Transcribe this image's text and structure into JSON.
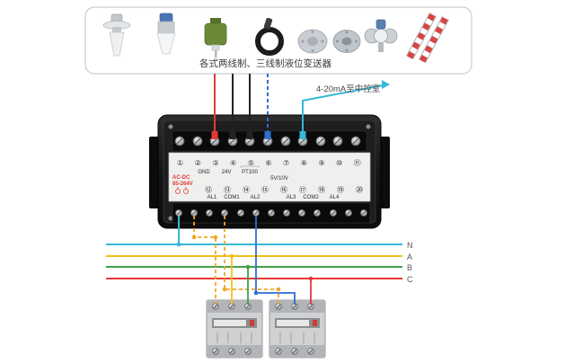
{
  "panel": {
    "caption": "各式两线制、三线制液位变送器"
  },
  "output": {
    "label": "4-20mA至中控室",
    "color": "#35b8d8"
  },
  "device": {
    "top_numbers": "①②③④⑤⑥⑦⑧⑨⑩⑪",
    "bottom_numbers": "⑫⑬⑭⑮⑯⑰⑱⑲⑳",
    "gnd": "GND",
    "v24": "24V",
    "pt100": "PT100",
    "v5": "5V/10V",
    "acdc_line1": "AC-DC",
    "acdc_line2": "85-264V",
    "al1": "AL1",
    "com1": "COM1",
    "al2": "AL2",
    "al3": "AL3",
    "com2": "COM2",
    "al4": "AL4"
  },
  "power_lines": [
    {
      "label": "N",
      "color": "#35b8d8"
    },
    {
      "label": "A",
      "color": "#f2c01d"
    },
    {
      "label": "B",
      "color": "#43a047"
    },
    {
      "label": "C",
      "color": "#e53935"
    }
  ],
  "wires": {
    "sensor_red": "#e53935",
    "sensor_black": "#222222",
    "signal_blue": "#2f6fd0",
    "output_cyan": "#35b8d8",
    "control_orange": "#f5a623"
  }
}
